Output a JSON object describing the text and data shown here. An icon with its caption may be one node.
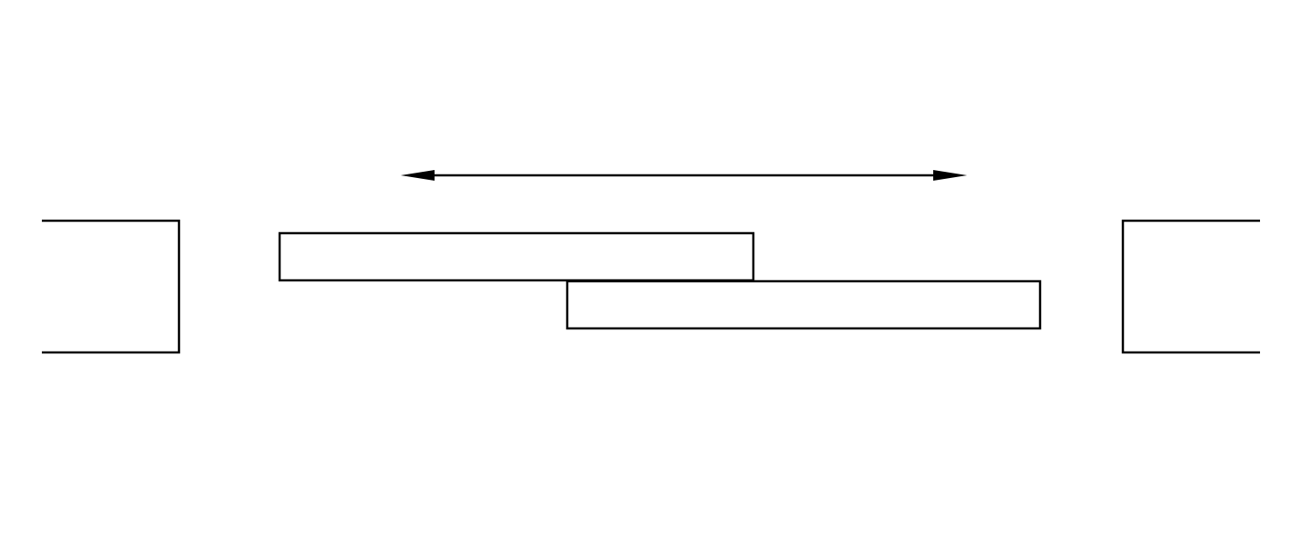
{
  "diagram": {
    "nodes": [
      {
        "text": [],
        "shape": "box"
      },
      {
        "text": [],
        "shape": "bar"
      },
      {
        "text": [],
        "shape": "bar"
      },
      {
        "text": [],
        "shape": "box"
      }
    ]
  }
}
